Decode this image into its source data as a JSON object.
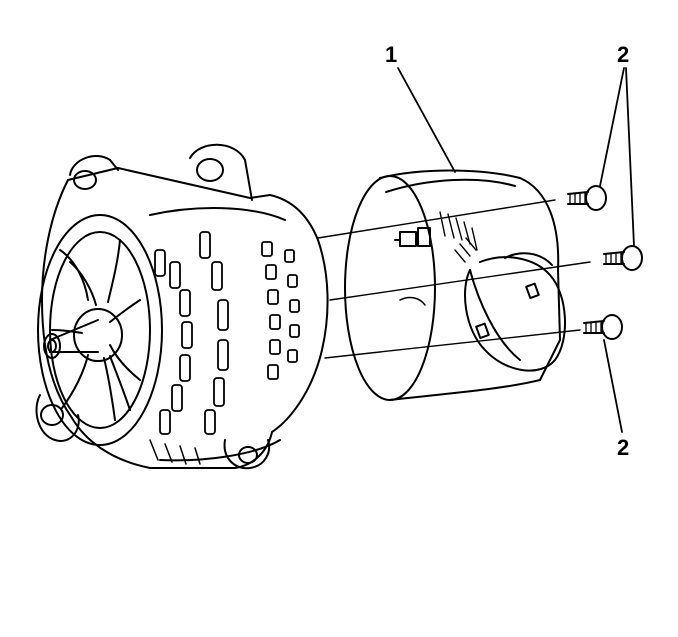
{
  "diagram": {
    "callouts": {
      "cover": "1",
      "screws_top": "2",
      "screws_bottom": "2"
    },
    "colors": {
      "line": "#000000",
      "fill": "#ffffff"
    }
  }
}
